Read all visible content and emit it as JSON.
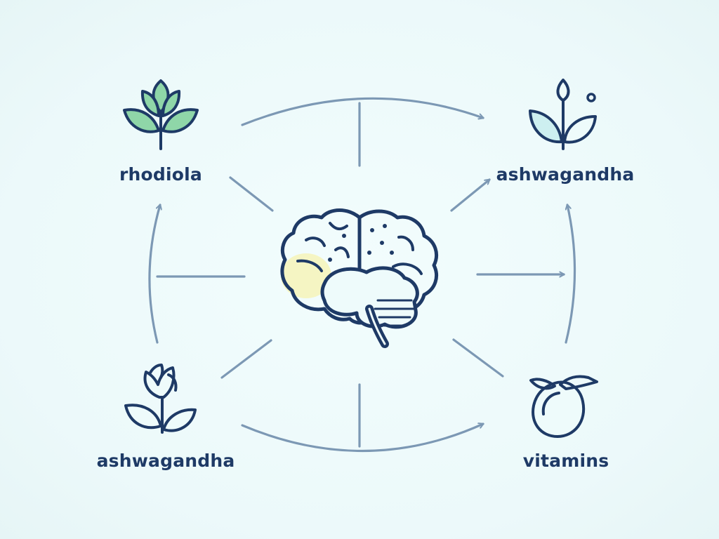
{
  "nodes": {
    "top_left": {
      "label": "rhodiola",
      "icon": "plant-leaves-icon"
    },
    "top_right": {
      "label": "ashwagandha",
      "icon": "sprout-bud-icon"
    },
    "bottom_left": {
      "label": "ashwagandha",
      "icon": "flower-bud-icon"
    },
    "bottom_right": {
      "label": "vitamins",
      "icon": "fruit-icon"
    },
    "center": {
      "icon": "brain-icon"
    }
  },
  "colors": {
    "icon_stroke": "#1e3a66",
    "connector": "#7c98b4",
    "leaf_fill": "#8fd6a8",
    "leaf_fill_light": "#cdeff0",
    "brain_highlight": "#f6f3b8",
    "background": "#eefbfb"
  }
}
